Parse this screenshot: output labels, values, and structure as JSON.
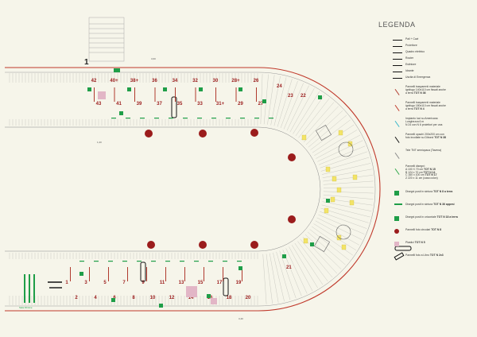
{
  "legend": {
    "title": "LEGENDA",
    "items_top": [
      {
        "label": "Pali + Cavi",
        "icon": "pole-line-icon"
      },
      {
        "label": "Proiettore",
        "icon": "projector-icon"
      },
      {
        "label": "Quadro elettrico",
        "icon": "panel-icon"
      },
      {
        "label": "Router",
        "icon": "router-icon"
      },
      {
        "label": "Estintore",
        "icon": "extinguisher-icon"
      },
      {
        "label": "Idrante",
        "icon": "hydrant-icon"
      },
      {
        "label": "Uscita di Emergenza",
        "icon": "exit-arrow-icon"
      }
    ],
    "panel_items": [
      {
        "lines": [
          "Pannelli trasparenti materiale",
          "ignifugo 140x110 cm fissati anche",
          "a terra TOT N 36"
        ],
        "color": "#b03a2e"
      },
      {
        "lines": [
          "Pannelli trasparenti materiale",
          "ignifugo 180x110 cm fissati anche",
          "a terra TOT N 4"
        ],
        "color": "#c0392b"
      },
      {
        "lines": [
          "Impianto luci su Americana",
          "Lunghezza 6 m",
          "N 24 con N 6 proiettori per una"
        ],
        "color": "#36b6c9"
      },
      {
        "lines": [
          "Pannelli opachi 200x200 cm con",
          "foto incollate su Dibond TOT N 38"
        ],
        "color": "#111111"
      },
      {
        "lines": [
          "Tele TNT semiopaca (Tavena)"
        ],
        "color": "#8a8a8a"
      },
      {
        "lines": [
          "Pannelli disegni:",
          "A 100 X 70 cm TOT N 15",
          "B 124 x 70 cm TOT N 14",
          "C 160 x 100 cm TOT N 17",
          "Z 220 x 11 cm (casa colon)"
        ],
        "color": "#2ea84a"
      }
    ],
    "drawing_items": [
      {
        "label": "Disegni posti in sintura ",
        "bold": "TOT N 8 a terra",
        "color": "#1f9e48"
      },
      {
        "label": "Disegni posti in sintura ",
        "bold": "TOT N 36 appesi",
        "color": "#1f9e48"
      },
      {
        "label": "Disegni posti in oricontale ",
        "bold": "TOT N 18 a terra",
        "color": "#1f9e48"
      },
      {
        "label": "Pannelli foto circolari ",
        "bold": "TOT N 8",
        "color": "#9b1c1c"
      },
      {
        "label": "Plastici ",
        "bold": "TOT N 5",
        "color": "#e2b6c6"
      },
      {
        "label": "Pannelli foto a Libro ",
        "bold": "TOT N 2x3",
        "color": "#111111"
      }
    ]
  },
  "sections_top": [
    "42",
    "40+",
    "38+",
    "36",
    "34",
    "32",
    "30",
    "28+",
    "26"
  ],
  "sections_top_lower": [
    "43",
    "41",
    "39",
    "37",
    "35",
    "33",
    "31+",
    "29",
    "27"
  ],
  "sections_bottom": [
    "2",
    "4",
    "6",
    "8",
    "10",
    "12",
    "14",
    "16",
    "18",
    "20"
  ],
  "sections_bottom_upper": [
    "1",
    "3",
    "5",
    "7",
    "9",
    "11",
    "13",
    "15",
    "17",
    "19"
  ],
  "sections_curve": [
    "24",
    "23",
    "22",
    "21"
  ],
  "marker_number": "1",
  "small_labels": {
    "wall_a": "3,60",
    "wall_b": "1,20",
    "wall_c": "3,40",
    "bottom_left": "Sala Filmine"
  },
  "colors": {
    "background": "#f6f5ea",
    "wall_red": "#c0392b",
    "grid_grey": "#9a9a9a",
    "green": "#1f9e48",
    "dark_red": "#9b1c1c",
    "yellow": "#f3e467",
    "pink": "#e2b6c6"
  }
}
